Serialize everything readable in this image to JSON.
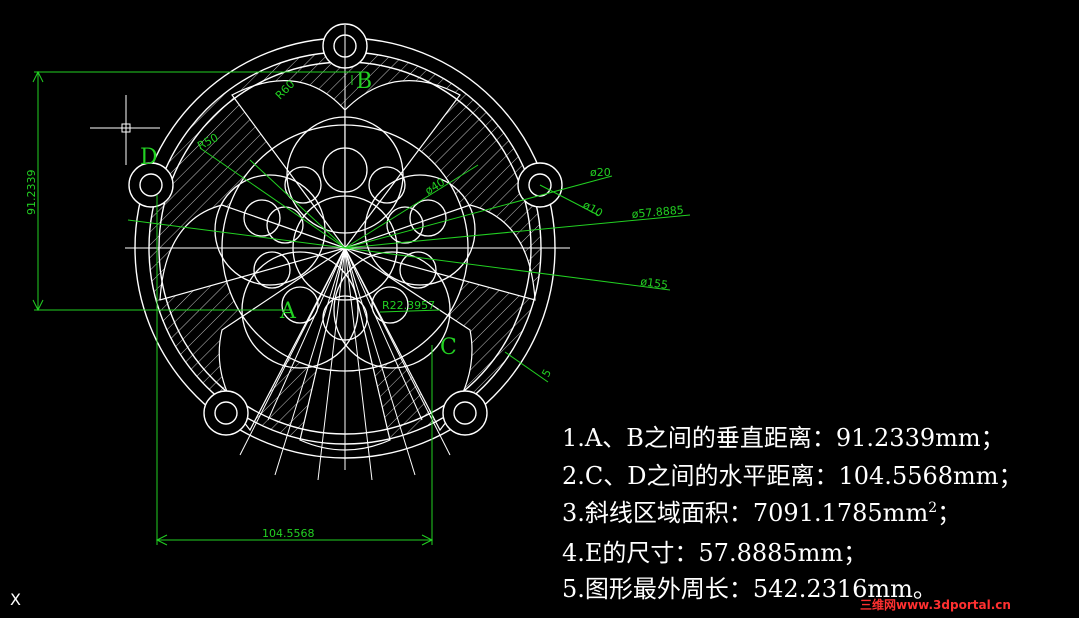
{
  "drawing": {
    "point_labels": {
      "a": "A",
      "b": "B",
      "c": "C",
      "d": "D"
    },
    "dimensions": {
      "vertical": "91.2339",
      "horizontal": "104.5568",
      "r60": "R60",
      "r50": "R50",
      "d40": "ø40",
      "d20": "ø20",
      "d10": "ø10",
      "d57": "ø57.8885",
      "d155": "ø155",
      "r22": "R22.3957",
      "five": "5"
    },
    "colors": {
      "geometry": "#ffffff",
      "dimension": "#22d022",
      "background": "#000000"
    }
  },
  "notes": [
    {
      "text": "1.A、B之间的垂直距离：91.2339mm；"
    },
    {
      "text": "2.C、D之间的水平距离：104.5568mm；"
    },
    {
      "text": "3.斜线区域面积：7091.1785mm",
      "sup": "2",
      "tail": "；"
    },
    {
      "text": "4.E的尺寸：57.8885mm；"
    },
    {
      "text": "5.图形最外周长：542.2316mm。"
    }
  ],
  "watermark": "三维网www.3dportal.cn",
  "ucs_icon": "X"
}
